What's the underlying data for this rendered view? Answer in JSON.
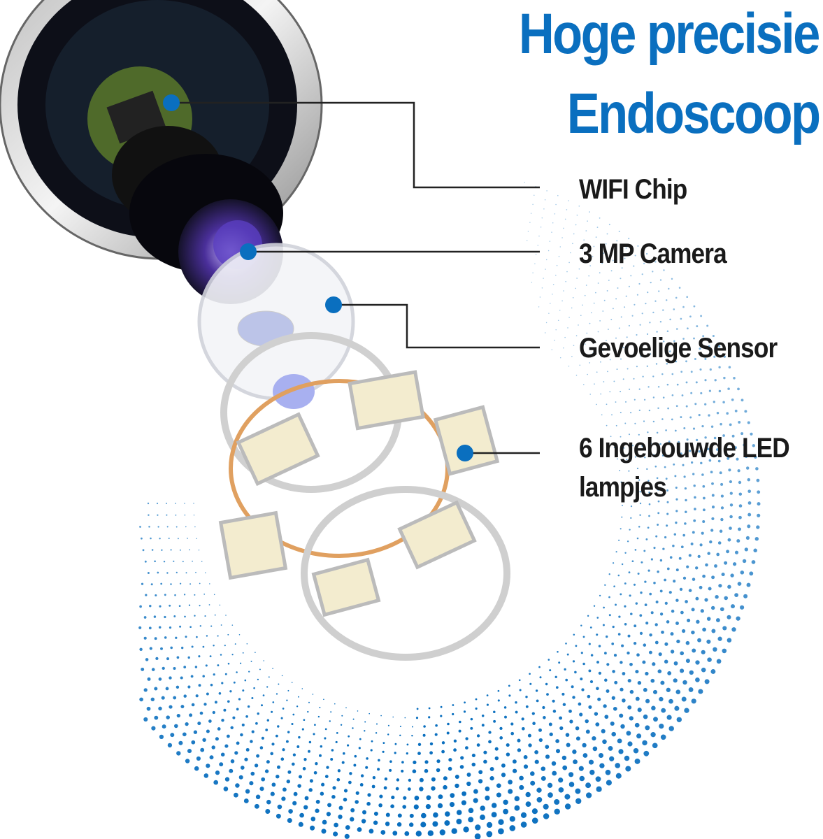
{
  "title": {
    "line1": "Hoge precisie",
    "line2": "Endoscoop"
  },
  "labels": {
    "wifi": "WIFI Chip",
    "camera": "3 MP Camera",
    "sensor": "Gevoelige Sensor",
    "led_line1": "6 Ingebouwde LED",
    "led_line2": "lampjes"
  },
  "colors": {
    "accent": "#0a6fbf",
    "text": "#1a1a1a"
  }
}
